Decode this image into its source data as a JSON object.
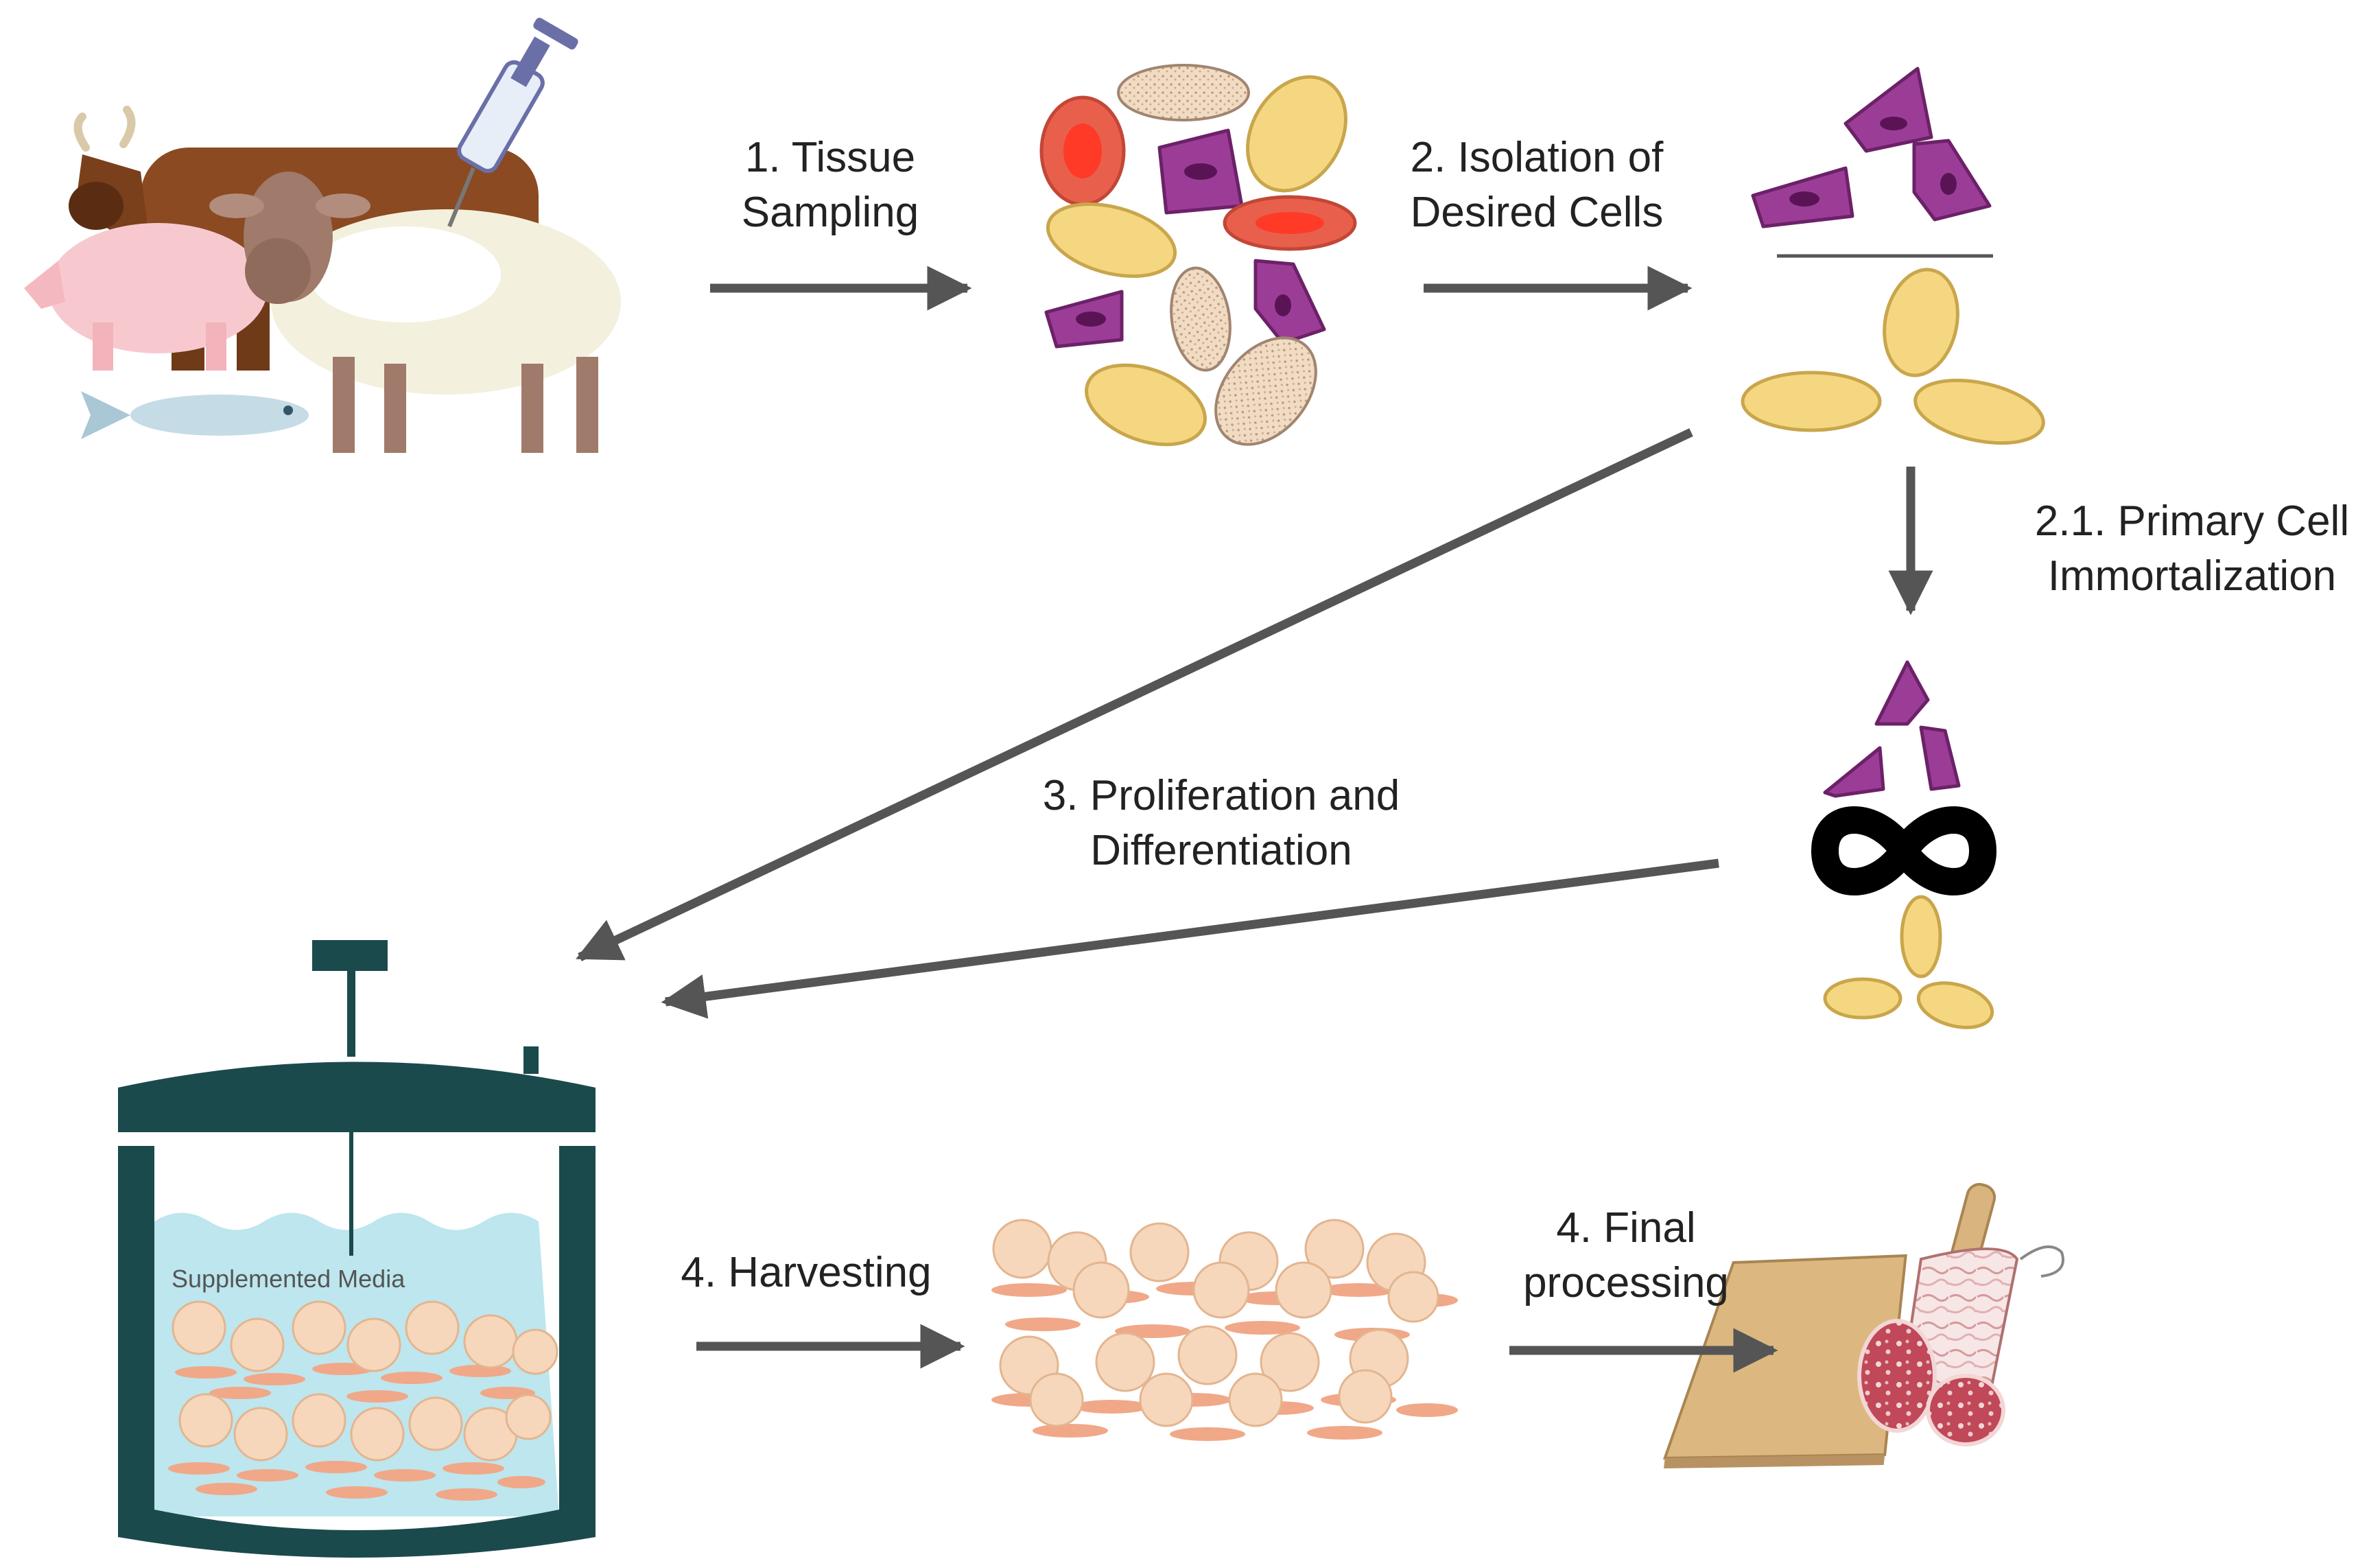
{
  "steps": {
    "tissue_sampling": [
      "1. Tissue",
      "Sampling"
    ],
    "isolation": [
      "2. Isolation of",
      "Desired Cells"
    ],
    "immortalization": [
      "2.1. Primary Cell",
      "Immortalization"
    ],
    "proliferation": [
      "3. Proliferation and",
      "Differentiation"
    ],
    "harvesting": [
      "4. Harvesting"
    ],
    "final_processing": [
      "4. Final",
      "processing"
    ]
  },
  "bioreactor": {
    "media_label": "Supplemented Media"
  },
  "icons": {
    "animals": "livestock-group-icon",
    "syringe": "syringe-icon",
    "cells": "mixed-cells-icon",
    "infinity": "infinity-icon",
    "bioreactor": "bioreactor-icon",
    "tissue": "cultured-tissue-icon",
    "product": "salami-board-icon"
  },
  "colors": {
    "arrow": "#555555",
    "purple_cell": "#9b3d97",
    "yellow_cell": "#f5d782",
    "red_cell": "#e8604c",
    "beige_cell": "#f3dfc6",
    "reactor": "#1b4a4d",
    "media": "#bde6ee",
    "fat": "#f6d7bb",
    "muscle": "#f0a888"
  }
}
